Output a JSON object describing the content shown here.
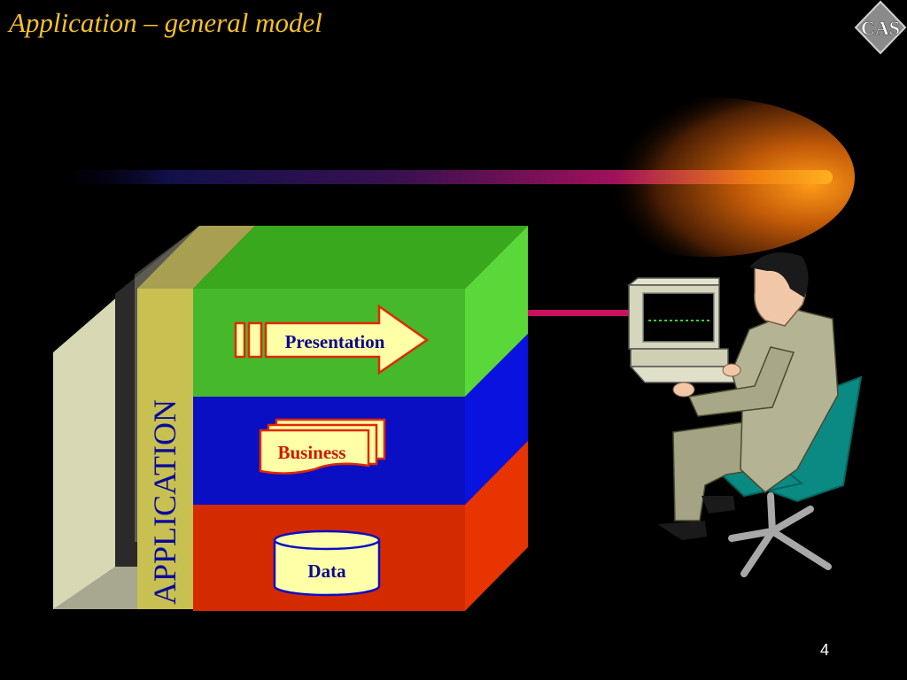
{
  "slide": {
    "title": "Application – general model",
    "page_number": "4",
    "logo_text": "CAS"
  },
  "diagram": {
    "side_label": "APPLICATION",
    "layers": [
      {
        "label": "Presentation",
        "icon": "arrow-icon",
        "color": "#45b82c"
      },
      {
        "label": "Business",
        "icon": "documents-icon",
        "color": "#0a0fc4"
      },
      {
        "label": "Data",
        "icon": "database-icon",
        "color": "#d42a00"
      }
    ],
    "colors": {
      "title": "#f6c02a",
      "label_presentation": "#0a0a8a",
      "label_business": "#cc1a00",
      "label_data": "#0a0a8a",
      "side_label": "#0a0a9c"
    }
  }
}
